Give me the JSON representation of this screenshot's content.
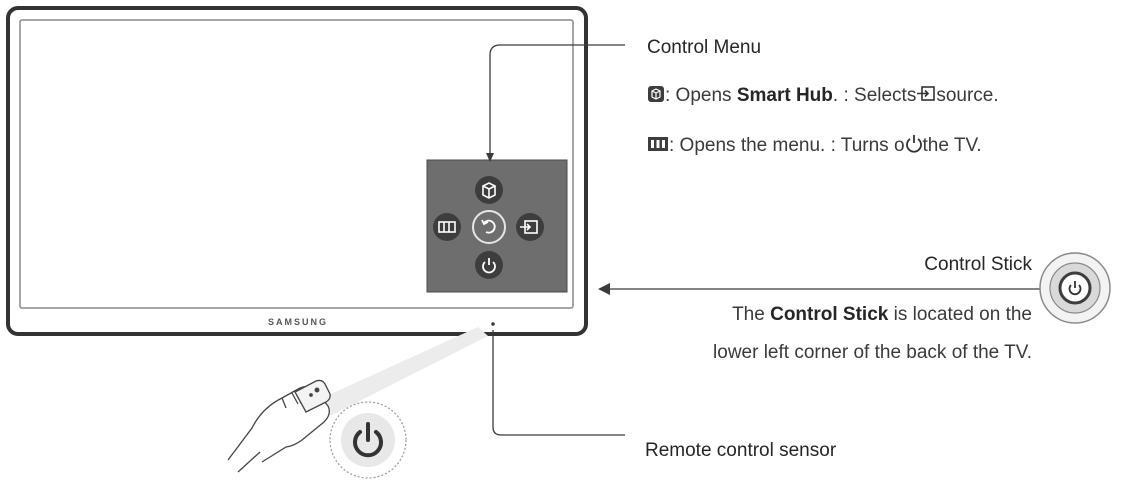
{
  "tv": {
    "brand": "SAMSUNG"
  },
  "control_menu": {
    "title": "Control Menu",
    "line1": {
      "icon": "smart-hub-icon",
      "pre": ": Opens ",
      "bold": "Smart Hub",
      "post": ". : Selects",
      "icon2": "source-icon",
      "post2": "source."
    },
    "line2": {
      "icon": "menu-icon",
      "text": ": Opens the menu. : Turns o",
      "icon2": "power-icon",
      "post": "the TV."
    },
    "buttons": [
      "smart-hub-icon",
      "menu-icon",
      "return-icon",
      "source-icon",
      "power-icon"
    ]
  },
  "control_stick": {
    "title": "Control Stick",
    "desc_pre": "The ",
    "desc_bold": "Control Stick",
    "desc_post": " is located on the",
    "desc_line2": "lower left corner of the back of the TV.",
    "icon": "power-icon"
  },
  "remote_sensor": {
    "title": "Remote control sensor",
    "icon": "power-icon"
  },
  "colors": {
    "line": "#3a3a3a",
    "panel": "#6e6e6e",
    "button": "#3d3d3d",
    "frame": "#333333"
  }
}
